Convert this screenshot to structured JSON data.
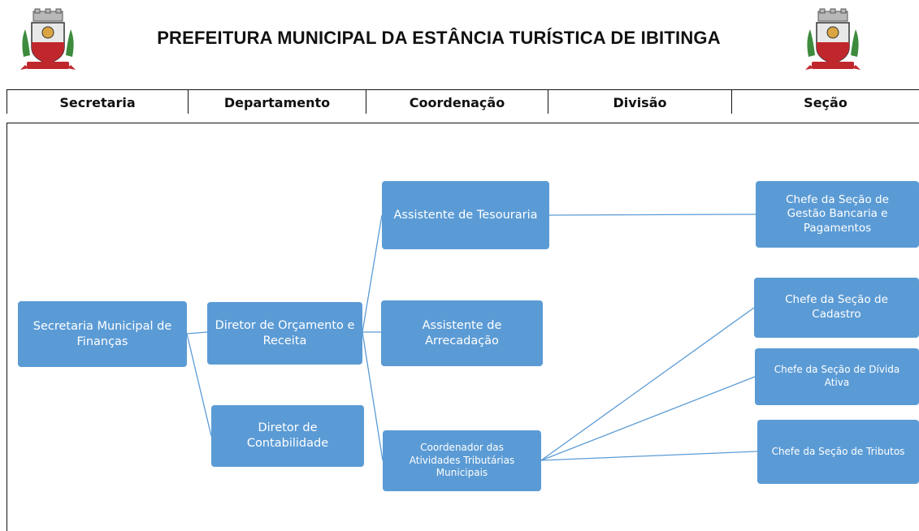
{
  "header": {
    "title": "PREFEITURA MUNICIPAL DA ESTÂNCIA TURÍSTICA DE IBITINGA"
  },
  "columns": [
    "Secretaria",
    "Departamento",
    "Coordenação",
    "Divisão",
    "Seção"
  ],
  "nodes": {
    "secretaria_financas": "Secretaria Municipal de\nFinanças",
    "diretor_orcamento": "Diretor de Orçamento e\nReceita",
    "diretor_contabilidade": "Diretor de\nContabilidade",
    "assistente_tesouraria": "Assistente de Tesouraria",
    "assistente_arrecadacao": "Assistente de\nArrecadação",
    "coordenador_tributarias": "Coordenador das\nAtividades Tributárias\nMunicipais",
    "chefe_gestao_bancaria": "Chefe da Seção de\nGestão Bancaria e\nPagamentos",
    "chefe_cadastro": "Chefe da Seção de\nCadastro",
    "chefe_divida_ativa": "Chefe da Seção de Dívida\nAtiva",
    "chefe_tributos": "Chefe da Seção de Tributos"
  },
  "colors": {
    "box_fill": "#5b9bd5",
    "box_text": "#ffffff",
    "connector": "#5b9bd5",
    "crest_red": "#c0272d",
    "crest_green": "#3d8b3d",
    "crest_gold": "#d9a441"
  }
}
